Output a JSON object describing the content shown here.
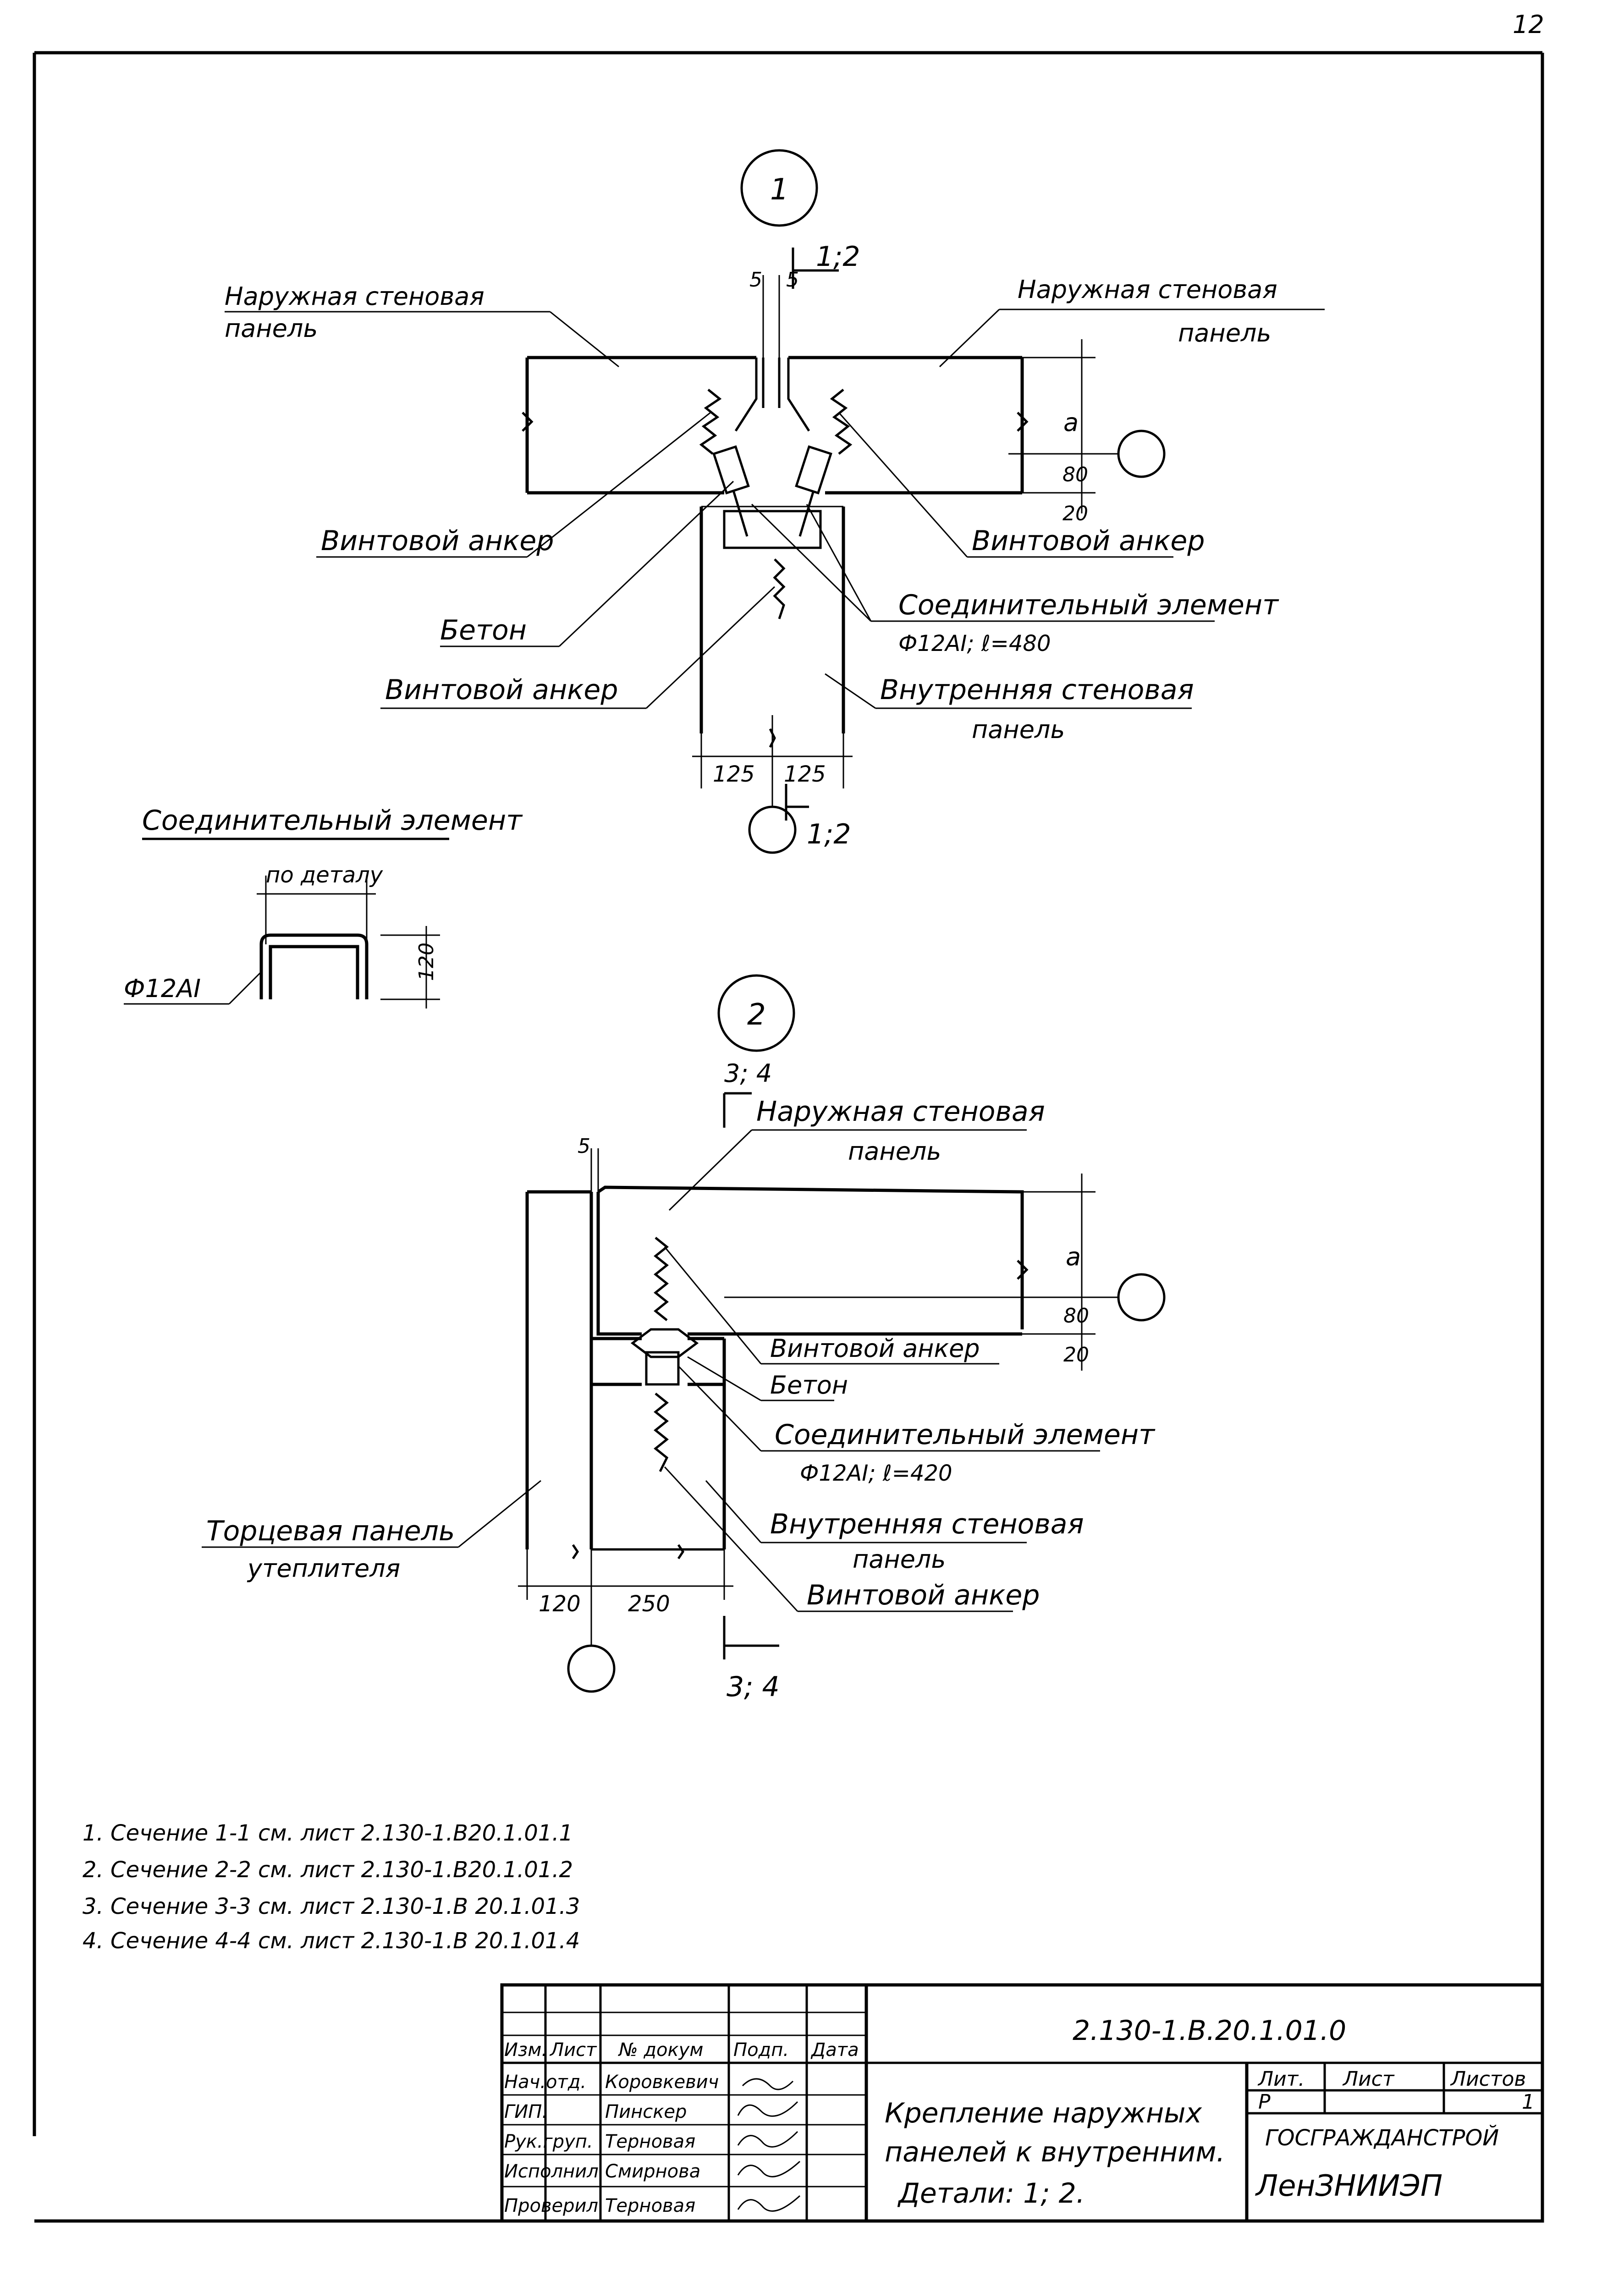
{
  "page_number": "12",
  "detail1": {
    "marker": "1",
    "section_ref": "1;2",
    "section_ref_bottom": "1;2",
    "gap_labels": [
      "5",
      "5"
    ],
    "outer_panel_left": [
      "Наружная стеновая",
      "панель"
    ],
    "outer_panel_right": [
      "Наружная стеновая",
      "панель"
    ],
    "screw_anchor_left": "Винтовой анкер",
    "screw_anchor_right": "Винтовой анкер",
    "screw_anchor_lower": "Винтовой анкер",
    "concrete": "Бетон",
    "connector": [
      "Соединительный элемент",
      "Ф12АI; ℓ=480"
    ],
    "inner_panel": [
      "Внутренняя стеновая",
      "панель"
    ],
    "dim_a": "а",
    "dim_80": "80",
    "dim_20": "20",
    "dim_125_left": "125",
    "dim_125_right": "125"
  },
  "connector_detail": {
    "title": "Соединительный элемент",
    "length_label": "по деталу",
    "bar_label": "Ф12АI",
    "height": "120"
  },
  "detail2": {
    "marker": "2",
    "section_ref": "3; 4",
    "section_ref_bottom": "3; 4",
    "gap_label": "5",
    "outer_panel": [
      "Наружная стеновая",
      "панель"
    ],
    "screw_anchor_upper": "Винтовой анкер",
    "concrete": "Бетон",
    "connector": [
      "Соединительный элемент",
      "Ф12АI; ℓ=420"
    ],
    "inner_panel": [
      "Внутренняя стеновая",
      "панель"
    ],
    "screw_anchor_lower": "Винтовой анкер",
    "end_panel": [
      "Торцевая панель",
      "утеплителя"
    ],
    "dim_a": "а",
    "dim_80": "80",
    "dim_20": "20",
    "dim_120": "120",
    "dim_250": "250"
  },
  "notes": [
    "1. Сечение 1-1 см. лист 2.130-1.В20.1.01.1",
    "2. Сечение 2-2 см. лист 2.130-1.В20.1.01.2",
    "3. Сечение 3-3 см. лист 2.130-1.В 20.1.01.3",
    "4. Сечение 4-4 см. лист 2.130-1.В 20.1.01.4"
  ],
  "title_block": {
    "doc_code": "2.130-1.В.20.1.01.0",
    "title_lines": [
      "Крепление наружных",
      "панелей к внутренним.",
      "Детали: 1; 2."
    ],
    "header_cells": [
      "Изм.",
      "Лист",
      "№ докум",
      "Подп.",
      "Дата"
    ],
    "roles": [
      "Нач.отд.",
      "ГИП.",
      "Рук.груп.",
      "Исполнил",
      "Проверил"
    ],
    "names": [
      "Коровкевич",
      "Пинскер",
      "Терновая",
      "Смирнова",
      "Терновая"
    ],
    "lit_label": "Лит.",
    "sheet_label": "Лист",
    "sheets_label": "Листов",
    "lit_value": "Р",
    "sheet_value": "",
    "sheets_value": "1",
    "org_top": "ГОСГРАЖДАНСТРОЙ",
    "org_bottom": "ЛенЗНИИЭП"
  }
}
